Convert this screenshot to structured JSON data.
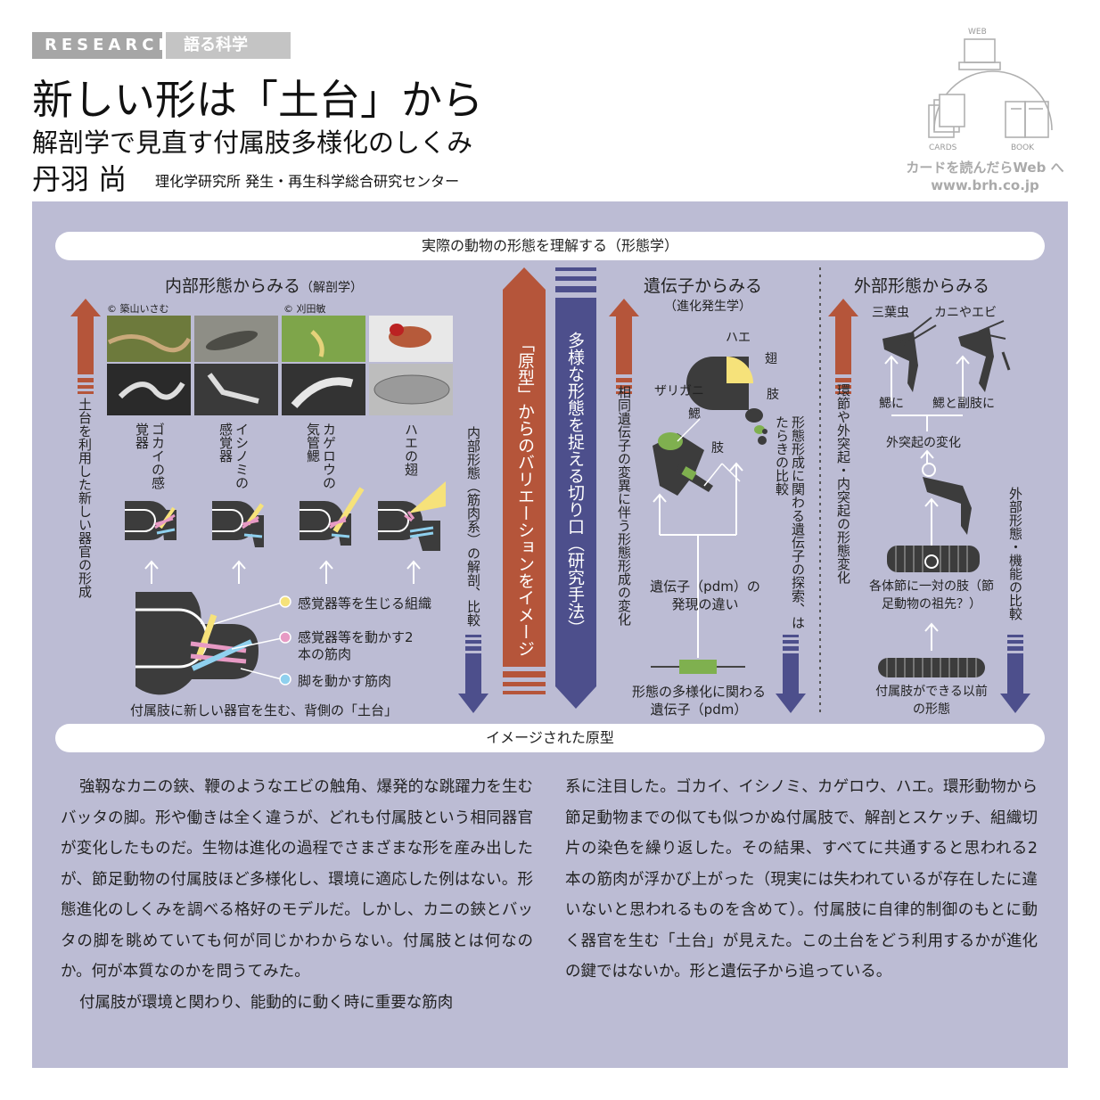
{
  "header": {
    "tag_research": "RESEARCH",
    "tag_category": "語る科学",
    "title": "新しい形は「土台」から",
    "subtitle": "解剖学で見直す付属肢多様化のしくみ",
    "author": "丹羽 尚",
    "affiliation": "理化学研究所 発生・再生科学総合研究センター"
  },
  "logo": {
    "web": "WEB",
    "cards": "CARDS",
    "book": "BOOK",
    "caption": "カードを読んだらWeb へ",
    "url": "www.brh.co.jp"
  },
  "figure": {
    "top_bar": "実際の動物の形態を理解する（形態学）",
    "bottom_bar": "イメージされた原型",
    "internal": {
      "heading": "内部形態からみる",
      "heading_small": "（解剖学）",
      "credit1": "© 築山いさむ",
      "credit2": "© 刈田敏",
      "left_arrow_text": "土台を利用した新しい器官の形成",
      "labels": [
        "ゴカイの感覚器",
        "イシノミの感覚器",
        "カゲロウの気管鰓",
        "ハエの翅"
      ],
      "legend": [
        "感覚器等を生じる組織",
        "感覚器等を動かす2本の筋肉",
        "脚を動かす筋肉"
      ],
      "caption": "付属肢に新しい器官を生む、背側の「土台」",
      "right_arrow_text": "内部形態（筋肉系）の解剖、比較"
    },
    "center": {
      "red_text": "「原型」からのバリエーションをイメージ",
      "blue_text": "多様な形態を捉える切り口（研究手法）"
    },
    "gene": {
      "heading": "遺伝子からみる",
      "heading_small": "（進化発生学）",
      "left_arrow_text": "相同遺伝子の変異に伴う形態形成の変化",
      "zarigani": "ザリガニ",
      "hae": "ハエ",
      "gill": "鰓",
      "wing": "翅",
      "limb1": "肢",
      "limb2": "肢",
      "expression": "遺伝子（pdm）の発現の違い",
      "gene_label": "形態の多様化に関わる遺伝子（pdm）",
      "right_arrow_text": "形態形成に関わる遺伝子の探索、はたらきの比較"
    },
    "external": {
      "heading": "外部形態からみる",
      "left_arrow_text": "環節や外突起・内突起の形態変化",
      "trilobite": "三葉虫",
      "crab": "カニやエビ",
      "to_gill": "鰓に",
      "to_gill_limb": "鰓と副肢に",
      "change": "外突起の変化",
      "ancestor": "各体節に一対の肢（節足動物の祖先？）",
      "before": "付属肢ができる以前の形態",
      "right_arrow_text": "外部形態・機能の比較"
    },
    "colors": {
      "panel": "#bcbcd4",
      "red": "#b5553a",
      "blue": "#4d4f8c",
      "dark": "#3c3c3c",
      "yellow": "#f6e27a",
      "pink": "#e79ac4",
      "cyan": "#8fd0ee",
      "green": "#7fb04f"
    }
  },
  "body": {
    "col1_p1": "強靱なカニの鋏、鞭のようなエビの触角、爆発的な跳躍力を生むバッタの脚。形や働きは全く違うが、どれも付属肢という相同器官が変化したものだ。生物は進化の過程でさまざまな形を産み出したが、節足動物の付属肢ほど多様化し、環境に適応した例はない。形態進化のしくみを調べる格好のモデルだ。しかし、カニの鋏とバッタの脚を眺めていても何が同じかわからない。付属肢とは何なのか。何が本質なのかを問うてみた。",
    "col1_p2": "付属肢が環境と関わり、能動的に動く時に重要な筋肉",
    "col2": "系に注目した。ゴカイ、イシノミ、カゲロウ、ハエ。環形動物から節足動物までの似ても似つかぬ付属肢で、解剖とスケッチ、組織切片の染色を繰り返した。その結果、すべてに共通すると思われる2本の筋肉が浮かび上がった（現実には失われているが存在したに違いないと思われるものを含めて）。付属肢に自律的制御のもとに動く器官を生む「土台」が見えた。この土台をどう利用するかが進化の鍵ではないか。形と遺伝子から追っている。"
  }
}
